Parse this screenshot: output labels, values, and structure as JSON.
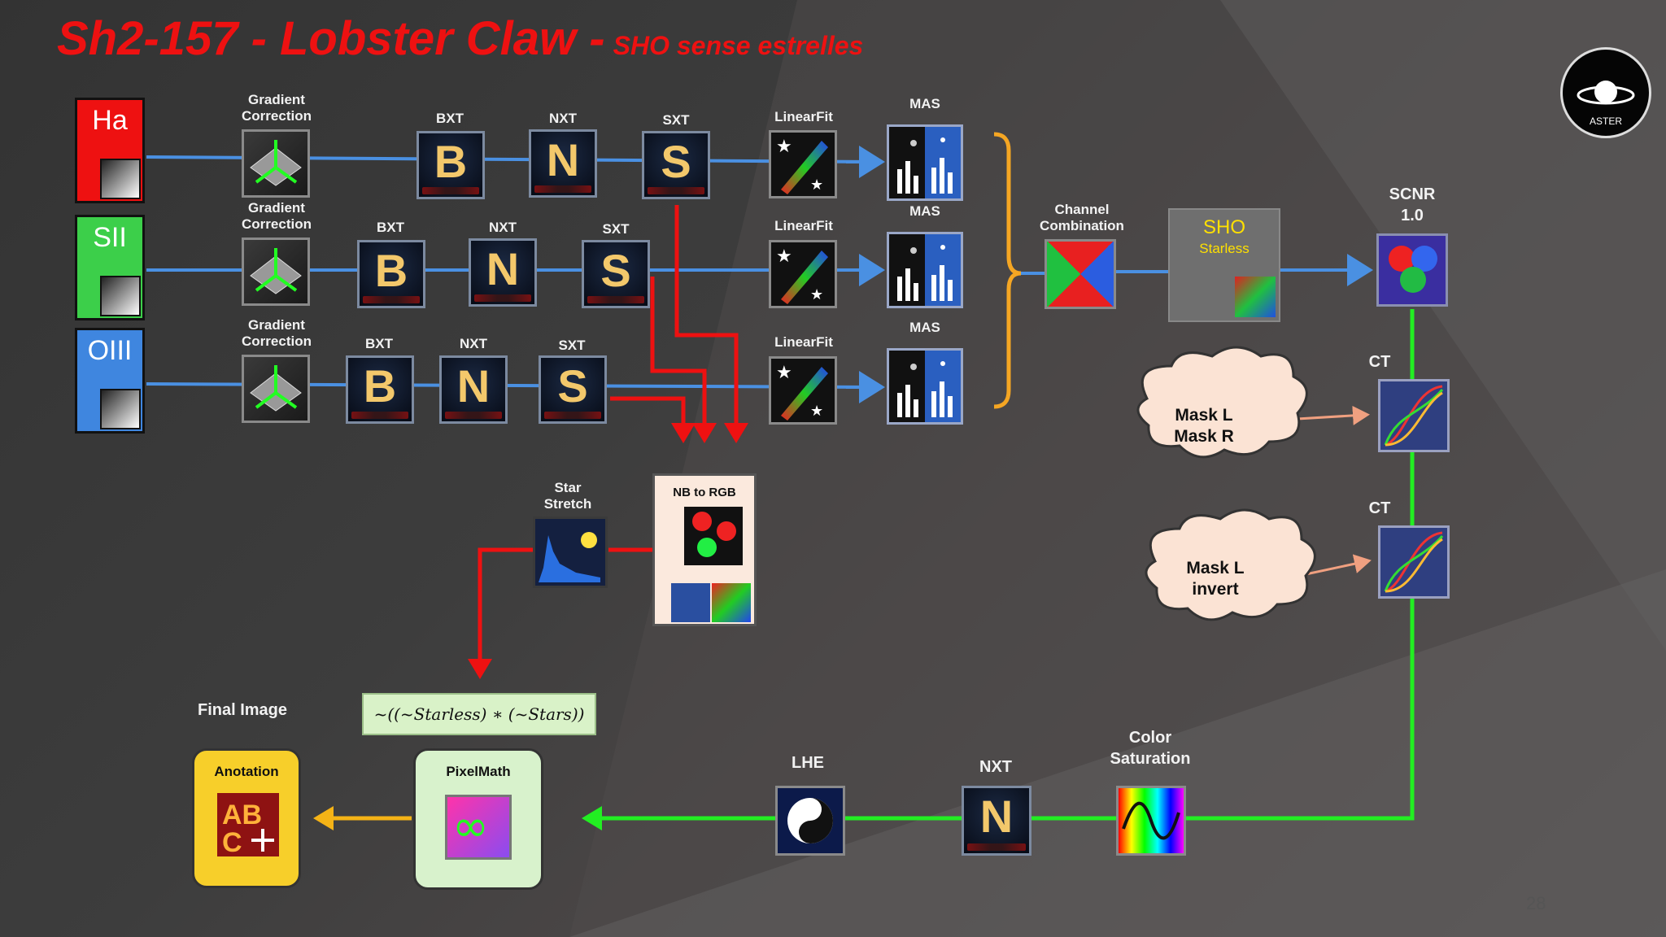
{
  "title": {
    "main": "Sh2-157  - Lobster Claw  -",
    "sub": "SHO sense estrelles"
  },
  "channels": [
    "Ha",
    "SII",
    "OIII"
  ],
  "labels": {
    "gradient": "Gradient\nCorrection",
    "bxt": "BXT",
    "nxt": "NXT",
    "sxt": "SXT",
    "linearfit": "LinearFit",
    "mas": "MAS",
    "channel_combination": "Channel\nCombination",
    "scnr": "SCNR\n1.0",
    "ct": "CT",
    "star_stretch": "Star\nStretch",
    "nb_to_rgb": "NB to RGB",
    "final_image": "Final Image",
    "lhe": "LHE",
    "color_saturation": "Color\nSaturation",
    "anotation": "Anotation",
    "pixelmath": "PixelMath"
  },
  "xt_letters": {
    "bxt": "B",
    "nxt": "N",
    "sxt": "S"
  },
  "sho": {
    "title": "SHO",
    "subtitle": "Starless"
  },
  "masks": {
    "first": "Mask L\nMask R",
    "second": "Mask L\ninvert"
  },
  "formula": "~((~Starless) ∗ (~Stars))",
  "logo_text": "ASTER",
  "page_number": "28",
  "colors": {
    "title": "#ee1111",
    "blue_line": "#4a90e2",
    "red_line": "#ee1111",
    "green_line": "#22ee22",
    "brace": "#f5a623",
    "salmon": "#f0a080",
    "orange": "#f5b316"
  },
  "icons": [
    "gradient-correction-icon",
    "bxt-icon",
    "nxt-icon",
    "sxt-icon",
    "linearfit-icon",
    "mas-icon",
    "channel-combination-icon",
    "scnr-icon",
    "curves-icon",
    "star-stretch-icon",
    "nb-to-rgb-icon",
    "lhe-icon",
    "color-saturation-icon",
    "pixelmath-icon",
    "annotation-icon"
  ]
}
